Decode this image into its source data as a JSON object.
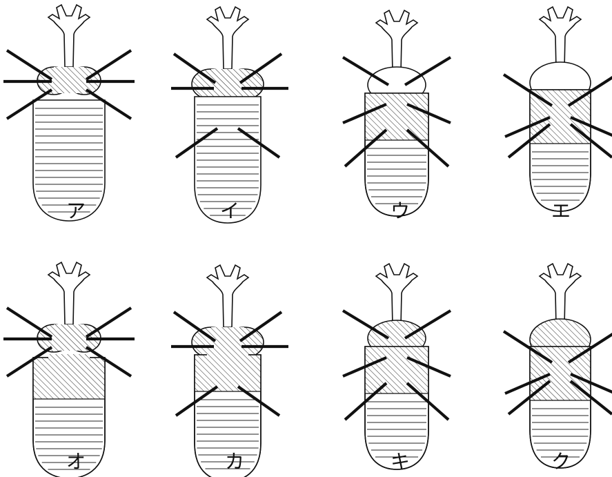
{
  "choices": [
    {
      "label": "ア",
      "hatched": [
        "prothorax"
      ]
    },
    {
      "label": "イ",
      "hatched": [
        "prothorax"
      ]
    },
    {
      "label": "ウ",
      "hatched": [
        "elytra_front"
      ]
    },
    {
      "label": "エ",
      "hatched": [
        "elytra_front"
      ]
    },
    {
      "label": "オ",
      "hatched": [
        "prothorax",
        "elytra_front"
      ]
    },
    {
      "label": "カ",
      "hatched": [
        "prothorax",
        "elytra_front"
      ]
    },
    {
      "label": "キ",
      "hatched": [
        "prothorax",
        "elytra_front"
      ]
    },
    {
      "label": "ク",
      "hatched": [
        "prothorax",
        "elytra_front"
      ]
    }
  ]
}
